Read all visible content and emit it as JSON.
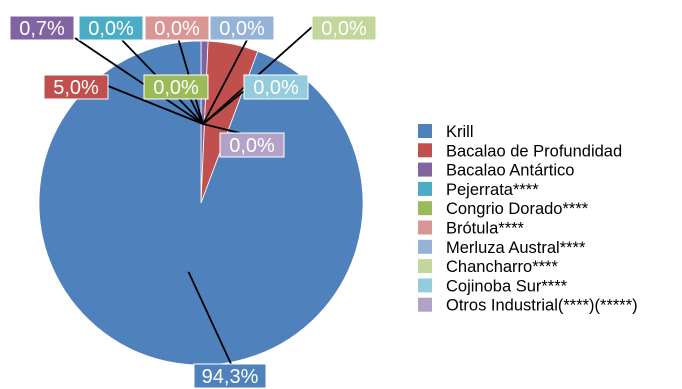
{
  "chart_data": {
    "type": "pie",
    "title": "",
    "legend_position": "right",
    "slices": [
      {
        "name": "Krill",
        "value": 94.3,
        "label": "94,3%",
        "color": "#4f81bd"
      },
      {
        "name": "Bacalao de Profundidad",
        "value": 5.0,
        "label": "5,0%",
        "color": "#c0504d"
      },
      {
        "name": "Bacalao Antártico",
        "value": 0.7,
        "label": "0,7%",
        "color": "#8064a2"
      },
      {
        "name": "Pejerrata****",
        "value": 0.0,
        "label": "0,0%",
        "color": "#4bacc6"
      },
      {
        "name": "Congrio Dorado****",
        "value": 0.0,
        "label": "0,0%",
        "color": "#9bbb59"
      },
      {
        "name": "Brótula****",
        "value": 0.0,
        "label": "0,0%",
        "color": "#d99694"
      },
      {
        "name": "Merluza Austral****",
        "value": 0.0,
        "label": "0,0%",
        "color": "#95b3d7"
      },
      {
        "name": "Chancharro****",
        "value": 0.0,
        "label": "0,0%",
        "color": "#c3d69b"
      },
      {
        "name": "Cojinoba Sur****",
        "value": 0.0,
        "label": "0,0%",
        "color": "#93cddd"
      },
      {
        "name": "Otros Industrial(****)(*****)",
        "value": 0.0,
        "label": "0,0%",
        "color": "#b2a2c7"
      }
    ]
  }
}
